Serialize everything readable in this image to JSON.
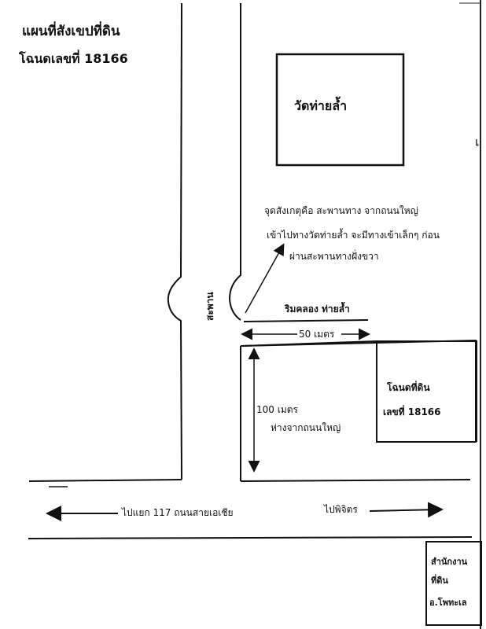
{
  "header": {
    "title": "แผนที่สังเขปที่ดิน",
    "deed": "โฉนดเลขที่ 18166"
  },
  "temple": {
    "label": "วัดท่ายล้ำ"
  },
  "note": {
    "line1": "จุดสังเกตุคือ สะพานทาง จากถนนใหญ่",
    "line2": "เข้าไปทางวัดท่ายล้ำ จะมีทางเข้าเล็กๆ ก่อน",
    "line3": "ผ่านสะพานทางฝั่งขวา"
  },
  "bridge": {
    "label": "สะพาน"
  },
  "canal": {
    "label": "ริมคลอง ท่ายล้ำ"
  },
  "measure": {
    "width_label": "50 เมตร",
    "depth_line1": "100 เมตร",
    "depth_line2": "ห่างจากถนนใหญ่"
  },
  "plot": {
    "line1": "โฉนดที่ดิน",
    "line2": "เลขที่ 18166"
  },
  "road": {
    "left_label": "ไปแยก 117 ถนนสายเอเชีย",
    "right_label": "ไปพิจิตร"
  },
  "stamp": {
    "line1": "สำนักงาน",
    "line2": "ที่ดิน",
    "line3": "อ.โพทะเล"
  },
  "margin_mark": "เ"
}
